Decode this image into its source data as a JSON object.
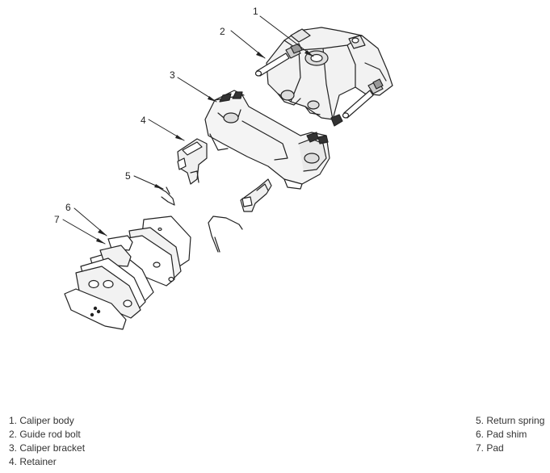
{
  "callouts": [
    "1",
    "2",
    "3",
    "4",
    "5",
    "6",
    "7"
  ],
  "legend_left": [
    "1. Caliper body",
    "2. Guide rod bolt",
    "3. Caliper bracket",
    "4. Retainer"
  ],
  "legend_right": [
    "5. Return spring",
    "6. Pad shim",
    "7. Pad"
  ],
  "colors": {
    "line": "#222222",
    "fill": "#ffffff",
    "shade": "#e6e6e6",
    "dark": "#444444"
  }
}
